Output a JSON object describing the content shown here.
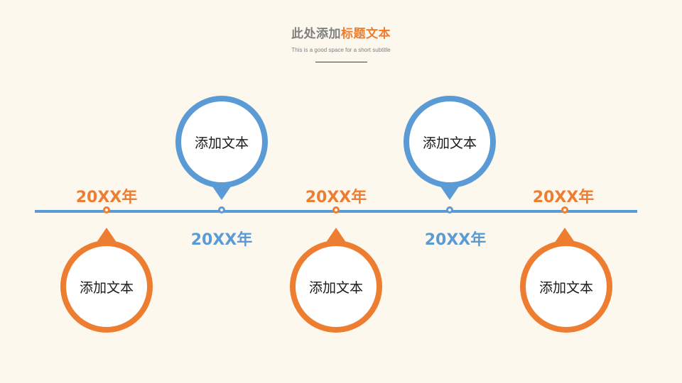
{
  "header": {
    "title_part1": "此处添加",
    "title_part2": "标题文本",
    "subtitle": "This is a good space for a short subtitle"
  },
  "colors": {
    "orange": "#ED7D31",
    "blue": "#5B9BD5",
    "background": "#FDF8EE"
  },
  "milestones": [
    {
      "year": "20XX年",
      "text": "添加文本",
      "color": "orange"
    },
    {
      "year": "20XX年",
      "text": "添加文本",
      "color": "blue"
    },
    {
      "year": "20XX年",
      "text": "添加文本",
      "color": "orange"
    },
    {
      "year": "20XX年",
      "text": "添加文本",
      "color": "blue"
    },
    {
      "year": "20XX年",
      "text": "添加文本",
      "color": "orange"
    }
  ]
}
